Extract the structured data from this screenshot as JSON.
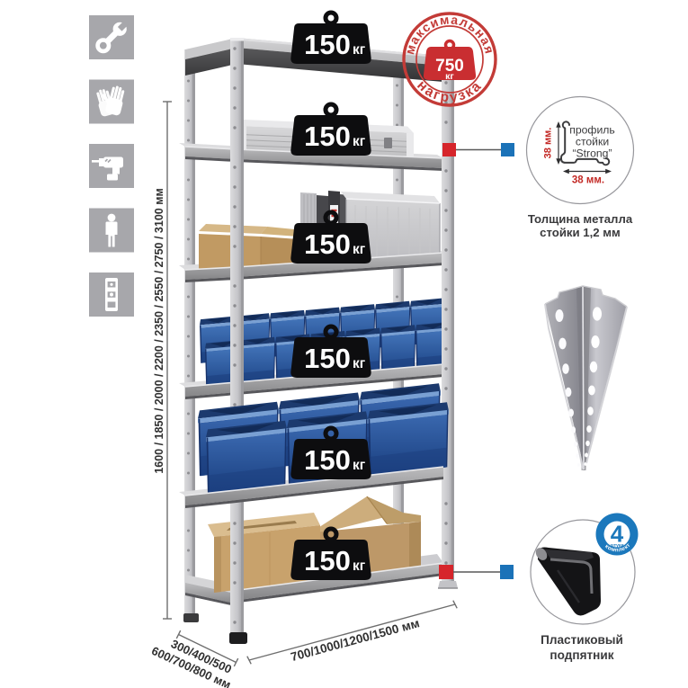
{
  "figure": {
    "type": "product-infographic",
    "subject": "metal shelving rack"
  },
  "left_icons": {
    "items": [
      {
        "name": "wrench-icon"
      },
      {
        "name": "gloves-icon"
      },
      {
        "name": "drill-icon"
      },
      {
        "name": "person-icon"
      },
      {
        "name": "level-icon"
      }
    ],
    "tile_color": "#a7a7ab"
  },
  "dimensions": {
    "height_label": "1600 / 1850 / 2000 / 2200 / 2350 / 2550 / 2750 / 3100 мм",
    "depth_label_line1": "300/400/500",
    "depth_label_line2": "600/700/800 мм",
    "width_label": "700/1000/1200/1500 мм"
  },
  "rack": {
    "shelf_count": 6,
    "badges": [
      {
        "value": "150",
        "unit": "кг"
      },
      {
        "value": "150",
        "unit": "кг"
      },
      {
        "value": "150",
        "unit": "кг"
      },
      {
        "value": "150",
        "unit": "кг"
      },
      {
        "value": "150",
        "unit": "кг"
      },
      {
        "value": "150",
        "unit": "кг"
      }
    ],
    "badge_color": "#0d0d0f"
  },
  "stamp": {
    "arc_top": "максимальная",
    "arc_bottom": "нагрузка",
    "value": "750",
    "unit": "кг",
    "color": "#c33b37"
  },
  "details": {
    "profile": {
      "label_line1": "профиль",
      "label_line2": "стойки",
      "label_line3": "“Strong”",
      "dim_vertical": "38 мм.",
      "dim_horizontal": "38 мм.",
      "caption_line1": "Толщина металла",
      "caption_line2": "стойки 1,2 мм"
    },
    "foot": {
      "badge_value": "4",
      "badge_small": "штуки",
      "badge_arc": "в комплекте",
      "caption_line1": "Пластиковый",
      "caption_line2": "подпятник",
      "badge_color": "#1b78bc"
    }
  },
  "connectors": {
    "red_color": "#d6252b",
    "blue_color": "#1b72b8"
  }
}
